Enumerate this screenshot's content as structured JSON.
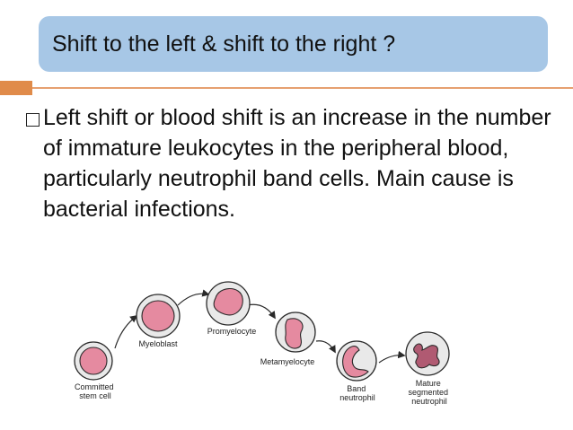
{
  "slide": {
    "title": "Shift to the left & shift to the right ?",
    "bullet": "Left shift or blood shift is an increase in the number of immature leukocytes in the peripheral blood, particularly neutrophil band cells. Main cause is bacterial infections."
  },
  "diagram": {
    "stages": [
      {
        "label_lines": [
          "Committed",
          "stem cell"
        ]
      },
      {
        "label_lines": [
          "Myeloblast"
        ]
      },
      {
        "label_lines": [
          "Promyelocyte"
        ]
      },
      {
        "label_lines": [
          "Metamyelocyte"
        ]
      },
      {
        "label_lines": [
          "Band",
          "neutrophil"
        ]
      },
      {
        "label_lines": [
          "Mature",
          "segmented",
          "neutrophil"
        ]
      }
    ],
    "colors": {
      "nucleus": "#e58aa0",
      "cytoplasm": "#e9e9e9",
      "outline": "#2a2a2a"
    }
  }
}
